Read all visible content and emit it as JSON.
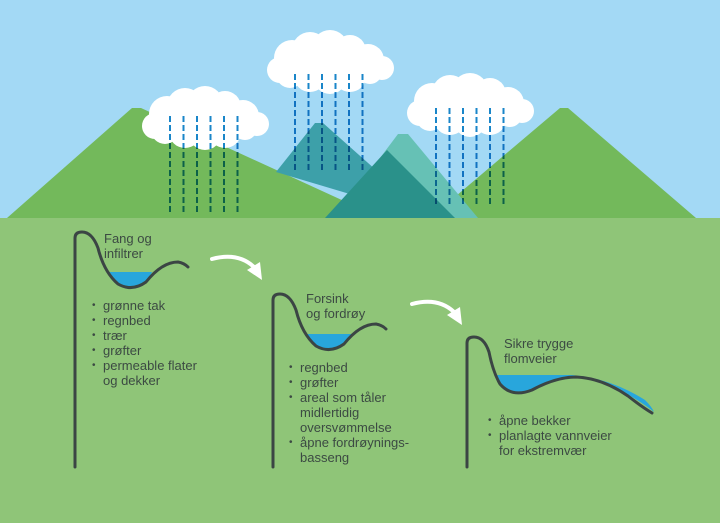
{
  "colors": {
    "sky": "#a3d9f5",
    "ground": "#8fc578",
    "mountain_green": "#73b95b",
    "mountain_blue": "#3da0a9",
    "mountain_teal": "#66c1b5",
    "mountain_overlap": "#2a918a",
    "cloud": "#ffffff",
    "rain": "#1a86c9",
    "water": "#28a6dc",
    "profile_line": "#3b4544",
    "arrow": "#ffffff",
    "text": "#3c4a43"
  },
  "stages": [
    {
      "title": "Fang og\ninfiltrer",
      "items": [
        "grønne tak",
        "regnbed",
        "trær",
        "grøfter",
        "permeable flater\nog dekker"
      ]
    },
    {
      "title": "Forsink\nog fordrøy",
      "items": [
        "regnbed",
        "grøfter",
        "areal som tåler\nmidlertidig\noversvømmelse",
        "åpne fordrøynings-\nbasseng"
      ]
    },
    {
      "title": "Sikre trygge\nflomveier",
      "items": [
        "åpne bekker",
        "planlagte vannveier\nfor ekstremvær"
      ]
    }
  ],
  "clouds": [
    {
      "name": "left-cloud",
      "rain_lines": 6
    },
    {
      "name": "middle-cloud",
      "rain_lines": 6
    },
    {
      "name": "right-cloud",
      "rain_lines": 6
    }
  ],
  "arrows": [
    {
      "from": "Fang og infiltrer",
      "to": "Forsink og fordrøy"
    },
    {
      "from": "Forsink og fordrøy",
      "to": "Sikre trygge flomveier"
    }
  ]
}
